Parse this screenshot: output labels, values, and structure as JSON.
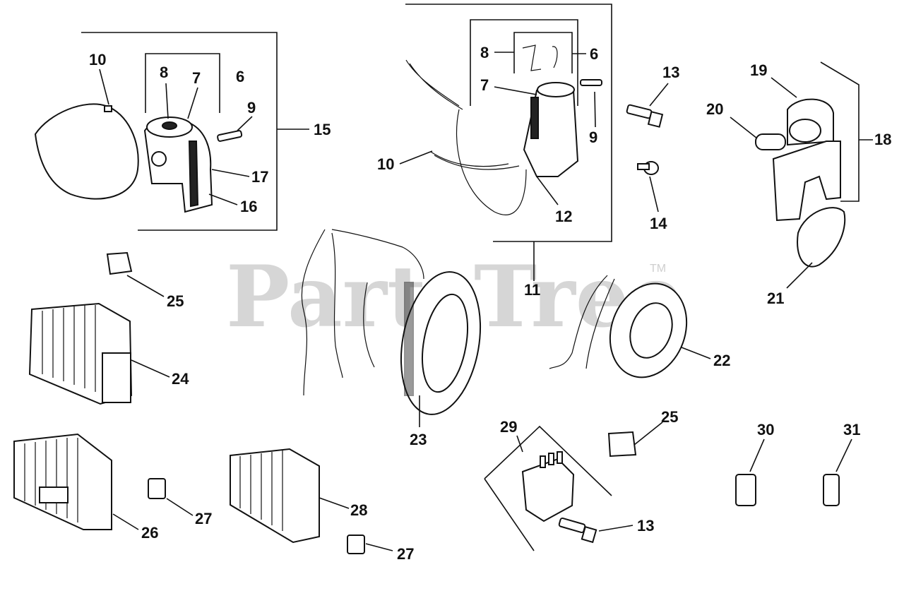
{
  "watermark": {
    "text": "PartsTree",
    "trademark": "TM"
  },
  "callouts": {
    "c10a": "10",
    "c8a": "8",
    "c7a": "7",
    "c6a": "6",
    "c9a": "9",
    "c15": "15",
    "c17": "17",
    "c16": "16",
    "c8b": "8",
    "c6b": "6",
    "c7b": "7",
    "c9b": "9",
    "c10b": "10",
    "c12": "12",
    "c11": "11",
    "c13a": "13",
    "c14": "14",
    "c19": "19",
    "c20": "20",
    "c18": "18",
    "c21": "21",
    "c25a": "25",
    "c24": "24",
    "c23": "23",
    "c22": "22",
    "c29": "29",
    "c25b": "25",
    "c30": "30",
    "c31": "31",
    "c26": "26",
    "c27a": "27",
    "c28": "28",
    "c27b": "27",
    "c13b": "13"
  }
}
